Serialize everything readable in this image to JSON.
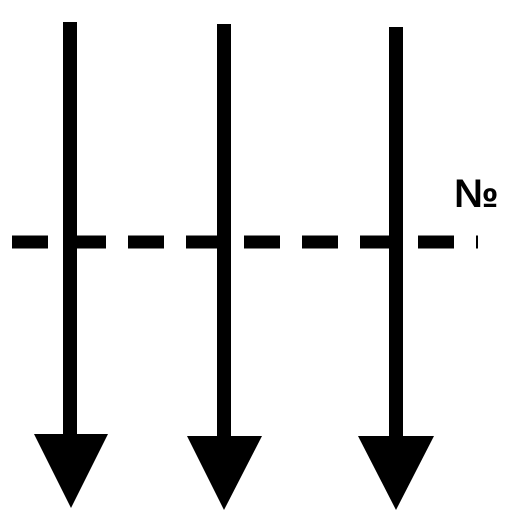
{
  "diagram": {
    "label": "№",
    "arrow_count": 3,
    "arrow_direction": "down",
    "divider_style": "dashed",
    "colors": {
      "ink": "#000000",
      "background": "#ffffff"
    }
  }
}
